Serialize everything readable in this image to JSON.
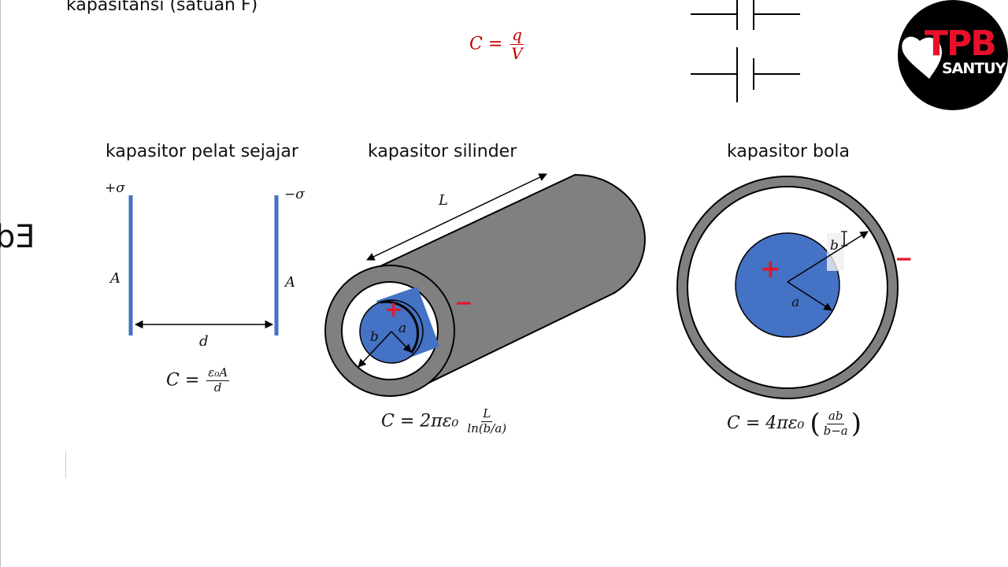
{
  "top": {
    "title_partial": "kapasitansi (satuan F)",
    "formula": {
      "lhs": "C",
      "eq": "=",
      "num": "q",
      "den": "V"
    },
    "side_fragment": "Ed"
  },
  "logo": {
    "line1": "TPB",
    "line2": "SANTUY"
  },
  "parallel": {
    "heading": "kapasitor pelat sejajar",
    "plus_sigma": "+σ",
    "minus_sigma": "−σ",
    "area_left": "A",
    "area_right": "A",
    "distance": "d",
    "formula": {
      "lhs": "C",
      "eq": "=",
      "num": "ε₀A",
      "den": "d"
    }
  },
  "cylinder": {
    "heading": "kapasitor silinder",
    "length": "L",
    "plus": "+",
    "minus": "−",
    "inner_radius": "a",
    "outer_radius": "b",
    "formula": {
      "lhs": "C",
      "eq": "=",
      "coef": "2πε₀",
      "num": "L",
      "den": "ln(b/a)"
    }
  },
  "sphere": {
    "heading": "kapasitor bola",
    "plus": "+",
    "minus": "−",
    "inner_radius": "a",
    "outer_radius": "b",
    "formula": {
      "lhs": "C",
      "eq": "=",
      "coef": "4πε₀",
      "num": "ab",
      "den": "b−a"
    }
  },
  "colors": {
    "plate": "#4472c4",
    "inner_conductor": "#4472c4",
    "outer_conductor": "#808080",
    "charge_red": "#e0182d",
    "formula_red": "#c00000",
    "logo_red": "#e8102a"
  }
}
